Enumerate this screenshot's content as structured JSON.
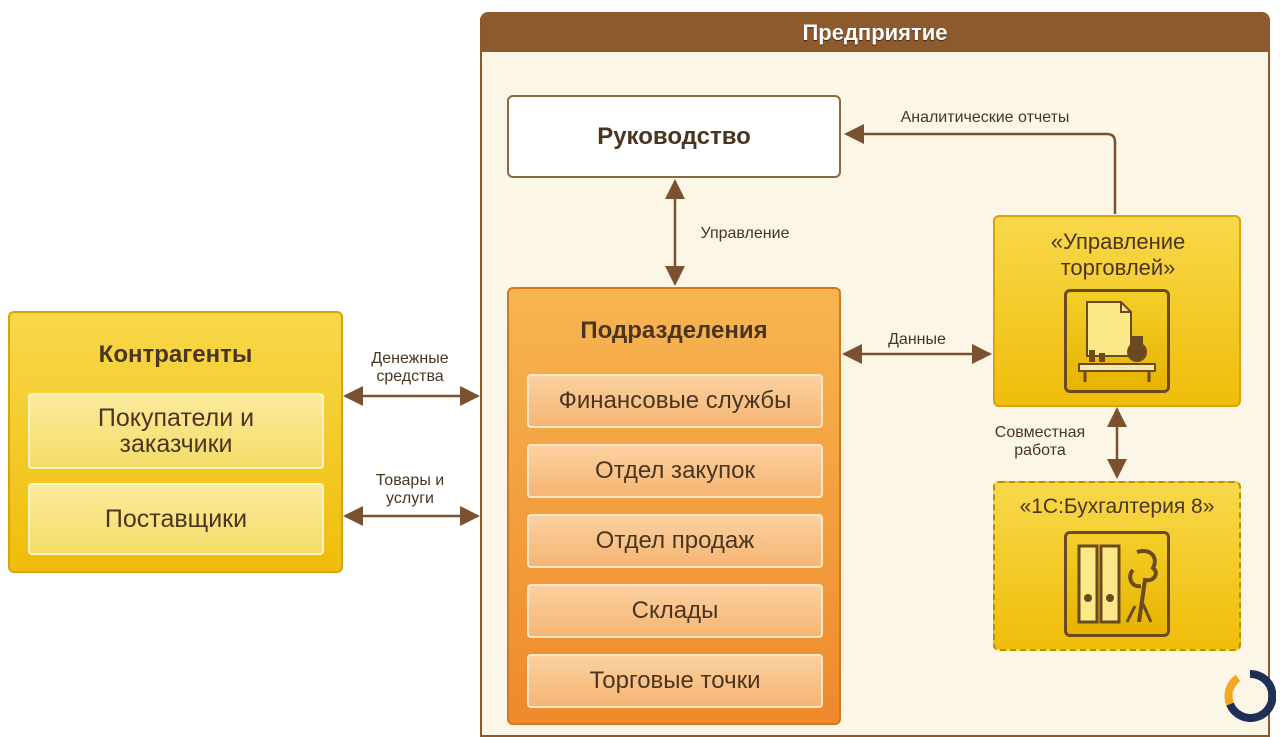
{
  "enterprise": {
    "title": "Предприятие"
  },
  "management": {
    "title": "Руководство"
  },
  "divisions": {
    "title": "Подразделения",
    "items": [
      "Финансовые службы",
      "Отдел закупок",
      "Отдел продаж",
      "Склады",
      "Торговые точки"
    ]
  },
  "counterparties": {
    "title": "Контрагенты",
    "items": [
      "Покупатели и заказчики",
      "Поставщики"
    ]
  },
  "trade_app": {
    "title": "«Управление торговлей»",
    "icon": "office-desk-icon"
  },
  "accounting_app": {
    "title": "«1С:Бухгалтерия 8»",
    "icon": "binders-icon"
  },
  "flows": {
    "analytics_reports": "Аналитические отчеты",
    "control": "Управление",
    "data": "Данные",
    "money": "Денежные средства",
    "goods": "Товары и услуги",
    "joint_work": "Совместная работа"
  },
  "colors": {
    "header_brown": "#8c5a2c",
    "arrow": "#7a5230",
    "orange": "#ee8a2b",
    "yellow": "#f0bd0a"
  }
}
